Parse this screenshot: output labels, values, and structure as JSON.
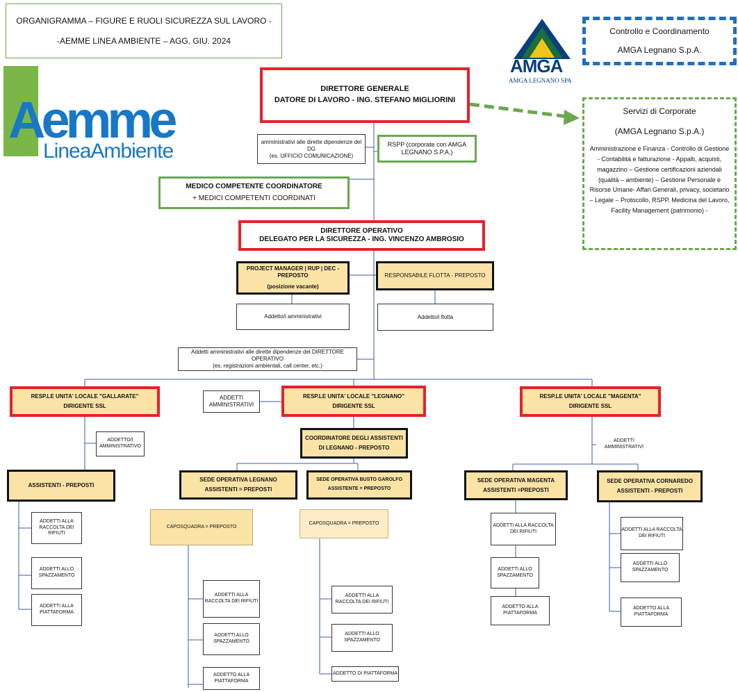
{
  "header": {
    "title_line1": "ORGANIGRAMMA – FIGURE E RUOLI SICUREZZA SUL LAVORO -",
    "title_line2": "-AEMME LINEA AMBIENTE – AGG. GIU. 2024"
  },
  "logos": {
    "aemme_big": "Aemme",
    "aemme_small": "LineaAmbiente",
    "amga_mark": "AMGA",
    "amga_caption": "AMGA LEGNANO SPA"
  },
  "control": {
    "line1": "Controllo e Coordinamento",
    "line2": "AMGA Legnano S.p.A."
  },
  "corporate": {
    "title": "Servizi di Corporate",
    "subtitle": "(AMGA Legnano S.p.A.)",
    "body": "Amministrazione e Finanza - Controllo di Gestione - Contabilità e fatturazione - Appalti, acquisti, magazzino – Gestione certificazioni aziendali (qualità – ambiente) – Gestione Personale e Risorse Umane- Affari Generali, privacy, societario – Legale – Protocollo, RSPP, Medicina del Lavoro, Facility Management (patrimonio) -"
  },
  "dg": {
    "line1": "DIRETTORE GENERALE",
    "line2": "DATORE DI LAVORO - ING. STEFANO MIGLIORINI"
  },
  "admin_dg": {
    "line1": "amministrativi alle dirette dipendenze del DG",
    "line2": "(es. UFFICIO COMUNICAZIONE)"
  },
  "rspp": "RSPP  (corporate con AMGA LEGNANO S.P.A.)",
  "medico": {
    "line1": "MEDICO COMPETENTE COORDINATORE",
    "line2": "+ MEDICI COMPETENTI COORDINATI"
  },
  "do": {
    "line1": "DIRETTORE OPERATIVO",
    "line2": "DELEGATO PER LA SICUREZZA - ING. VINCENZO AMBROSIO"
  },
  "pm": {
    "line1": "PROJECT MANAGER | RUP | DEC - PREPOSTO",
    "line2": "(posizione vacante)"
  },
  "flotta": "RESPONSABILE FLOTTA - PREPOSTO",
  "addetti_amm": "Addetto/i amministrativi",
  "addetti_flotta": "Addetto/i flotta",
  "admin_do": {
    "line1": "Addetti amministrativi alle dirette dipendenze del DIRETTORE OPERATIVO",
    "line2": "(es. registrazioni ambientali, call center, etc.)"
  },
  "gallarate": {
    "line1": "RESP.LE UNITA' LOCALE \"GALLARATE\"",
    "line2": "DIRIGENTE SSL"
  },
  "legnano": {
    "line1": "RESP.LE UNITA' LOCALE \"LEGNANO\"",
    "line2": "DIRIGENTE SSL"
  },
  "magenta": {
    "line1": "RESP.LE UNITA' LOCALE \"MAGENTA\"",
    "line2": "DIRIGENTE SSL"
  },
  "addetti_amministrativi": "ADDETTI AMMINISTRATIVI",
  "gallarate_amm": "ADDETTO/I AMMINISTRATIVO",
  "magenta_amm": "ADDETTI AMMINISTRATIVI",
  "coordinatore": {
    "line1": "COORDINATORE DEGLI ASSISTENTI",
    "line2": "DI LEGNANO - PREPOSTO"
  },
  "assistenti_gallarate": "ASSISTENTI  - PREPOSTI",
  "sede_legnano": {
    "line1": "SEDE OPERATIVA LEGNANO",
    "line2": "ASSISTENTI = PREPOSTI"
  },
  "sede_busto": {
    "line1": "SEDE OPERATIVA BUSTO GAROLFO",
    "line2": "ASSISTENTE = PREPOSTO"
  },
  "sede_magenta": {
    "line1": "SEDE OPERATIVA MAGENTA",
    "line2": "ASSISTENTI =PREPOSTI"
  },
  "sede_cornaredo": {
    "line1": "SEDE OPERATIVA CORNAREDO",
    "line2": "ASSISTENTI - PREPOSTI"
  },
  "caposquadra": "CAPOSQUADRA = PREPOSTO",
  "g_raccolta": "ADDETTI ALLA RACCOLTA DEI RIFIUTI",
  "g_spazzamento": "ADDETTI ALLO SPAZZAMENTO",
  "g_piattaforma": "ADDETTI ALLA PIATTAFORMA",
  "l_raccolta": "ADDETTI ALLA RACCOLTA DEI RIFIUTI",
  "l_spazzamento": "ADDETTI ALLO SPAZZAMENTO",
  "l_piattaforma": "ADDETTO ALLA PIATTAFORMA",
  "b_raccolta": "ADDETTI ALLA RACCOLTA DEI RIFIUTI",
  "b_spazzamento": "ADDETTI ALLO SPAZZAMENTO",
  "b_piattaforma": "ADDETTO DI PIATTAFORMA",
  "m_raccolta": "ADDETTI ALLA RACCOLTA DEI RIFIUTI",
  "m_spazzamento": "ADDETTI ALLO SPAZZAMENTO",
  "m_piattaforma": "ADDETTO ALLA PIATTAFORMA",
  "c_raccolta": "ADDETTI ALLA RACCOLTA DEI RIFIUTI",
  "c_spazzamento": "ADDETTI ALLO SPAZZAMENTO",
  "c_piattaforma": "ADDETTO ALLA PIATTAFORMA",
  "colors": {
    "red": "#e8202a",
    "green": "#6aa84f",
    "blue": "#1f6fc5",
    "connector": "#3b5aa8",
    "fill": "#fbe3a6"
  }
}
